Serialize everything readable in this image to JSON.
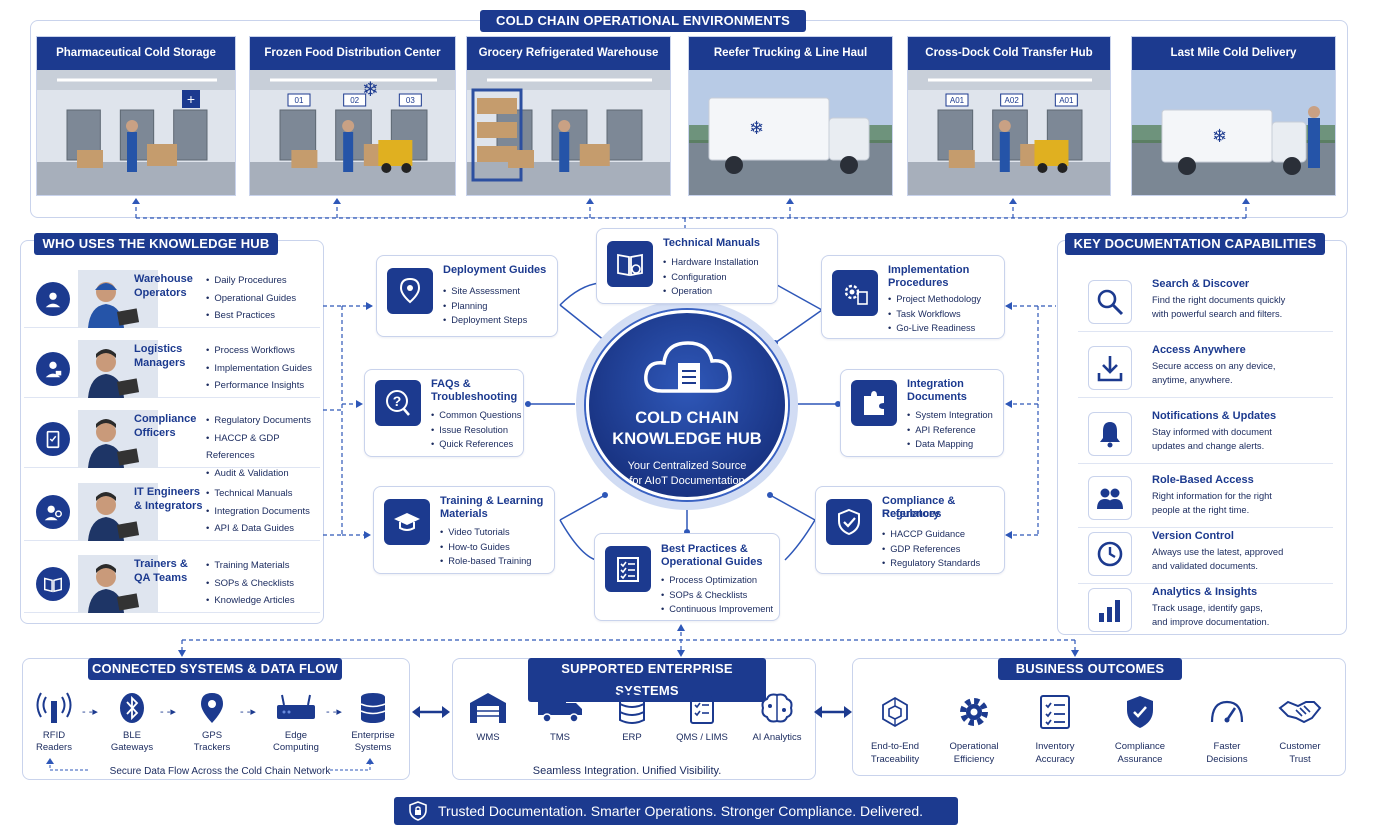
{
  "environments": {
    "header": "COLD CHAIN OPERATIONAL ENVIRONMENTS",
    "cards": [
      {
        "title": "Pharmaceutical Cold Storage",
        "doors": []
      },
      {
        "title": "Frozen Food Distribution Center",
        "doors": [
          "01",
          "02",
          "03"
        ]
      },
      {
        "title": "Grocery Refrigerated Warehouse",
        "doors": []
      },
      {
        "title": "Reefer Trucking & Line Haul",
        "doors": []
      },
      {
        "title": "Cross-Dock Cold Transfer Hub",
        "doors": [
          "A01",
          "A02",
          "A01"
        ]
      },
      {
        "title": "Last Mile Cold Delivery",
        "doors": []
      }
    ]
  },
  "users": {
    "header": "WHO USES THE KNOWLEDGE HUB",
    "rows": [
      {
        "role": "Warehouse Operators",
        "icon": "user-hardhat-icon",
        "items": [
          "Daily Procedures",
          "Operational Guides",
          "Best Practices"
        ]
      },
      {
        "role": "Logistics Managers",
        "icon": "user-manager-icon",
        "items": [
          "Process Workflows",
          "Implementation Guides",
          "Performance Insights"
        ]
      },
      {
        "role": "Compliance Officers",
        "icon": "clipboard-check-icon",
        "items": [
          "Regulatory Documents",
          "HACCP & GDP References",
          "Audit & Validation"
        ]
      },
      {
        "role": "IT Engineers & Integrators",
        "icon": "user-gear-icon",
        "items": [
          "Technical Manuals",
          "Integration Documents",
          "API & Data Guides"
        ]
      },
      {
        "role": "Trainers & QA Teams",
        "icon": "open-book-icon",
        "items": [
          "Training Materials",
          "SOPs & Checklists",
          "Knowledge Articles"
        ]
      }
    ]
  },
  "hub": {
    "title_line1": "COLD CHAIN",
    "title_line2": "KNOWLEDGE HUB",
    "subtitle_line1": "Your Centralized Source",
    "subtitle_line2": "for AIoT Documentation",
    "cards": {
      "technical": {
        "title": "Technical Manuals",
        "items": [
          "Hardware Installation",
          "Configuration",
          "Operation"
        ]
      },
      "deployment": {
        "title": "Deployment Guides",
        "items": [
          "Site Assessment",
          "Planning",
          "Deployment Steps"
        ]
      },
      "implementation": {
        "title_line1": "Implementation",
        "title_line2": "Procedures",
        "items": [
          "Project Methodology",
          "Task Workflows",
          "Go-Live Readiness"
        ]
      },
      "faq": {
        "title_line1": "FAQs &",
        "title_line2": "Troubleshooting",
        "items": [
          "Common Questions",
          "Issue Resolution",
          "Quick References"
        ]
      },
      "integration": {
        "title_line1": "Integration",
        "title_line2": "Documents",
        "items": [
          "System Integration",
          "API Reference",
          "Data Mapping"
        ]
      },
      "training": {
        "title_line1": "Training & Learning",
        "title_line2": "Materials",
        "items": [
          "Video Tutorials",
          "How-to Guides",
          "Role-based Training"
        ]
      },
      "compliance": {
        "title_line1": "Compliance & Regulatory",
        "title_line2": "References",
        "items": [
          "HACCP Guidance",
          "GDP References",
          "Regulatory Standards"
        ]
      },
      "bestpractice": {
        "title_line1": "Best Practices &",
        "title_line2": "Operational Guides",
        "items": [
          "Process Optimization",
          "SOPs & Checklists",
          "Continuous Improvement"
        ]
      }
    }
  },
  "capabilities": {
    "header": "KEY DOCUMENTATION CAPABILITIES",
    "rows": [
      {
        "title": "Search & Discover",
        "desc_line1": "Find the right documents quickly",
        "desc_line2": "with powerful search and filters.",
        "icon": "magnifier-icon"
      },
      {
        "title": "Access Anywhere",
        "desc_line1": "Secure access on any device,",
        "desc_line2": "anytime, anywhere.",
        "icon": "download-icon"
      },
      {
        "title": "Notifications & Updates",
        "desc_line1": "Stay informed with document",
        "desc_line2": "updates and change alerts.",
        "icon": "bell-icon"
      },
      {
        "title": "Role-Based Access",
        "desc_line1": "Right information for the right",
        "desc_line2": "people at the right time.",
        "icon": "users-icon"
      },
      {
        "title": "Version Control",
        "desc_line1": "Always use the latest, approved",
        "desc_line2": "and validated documents.",
        "icon": "clock-icon"
      },
      {
        "title": "Analytics & Insights",
        "desc_line1": "Track usage, identify gaps,",
        "desc_line2": "and improve documentation.",
        "icon": "bar-chart-icon"
      }
    ]
  },
  "connected": {
    "header": "CONNECTED SYSTEMS & DATA FLOW",
    "items": [
      {
        "line1": "RFID",
        "line2": "Readers"
      },
      {
        "line1": "BLE",
        "line2": "Gateways"
      },
      {
        "line1": "GPS",
        "line2": "Trackers"
      },
      {
        "line1": "Edge",
        "line2": "Computing"
      },
      {
        "line1": "Enterprise",
        "line2": "Systems"
      }
    ],
    "footer": "Secure Data Flow Across the Cold Chain Network"
  },
  "enterprise": {
    "header": "SUPPORTED ENTERPRISE SYSTEMS",
    "items": [
      "WMS",
      "TMS",
      "ERP",
      "QMS / LIMS",
      "AI Analytics"
    ],
    "footer": "Seamless Integration. Unified Visibility."
  },
  "outcomes": {
    "header": "BUSINESS OUTCOMES",
    "items": [
      {
        "line1": "End-to-End",
        "line2": "Traceability"
      },
      {
        "line1": "Operational",
        "line2": "Efficiency"
      },
      {
        "line1": "Inventory",
        "line2": "Accuracy"
      },
      {
        "line1": "Compliance",
        "line2": "Assurance"
      },
      {
        "line1": "Faster",
        "line2": "Decisions"
      },
      {
        "line1": "Customer",
        "line2": "Trust"
      }
    ]
  },
  "tagline": "Trusted Documentation. Smarter Operations. Stronger Compliance. Delivered.",
  "colors": {
    "navy": "#1c3a8f",
    "border": "#c9d3ec",
    "text": "#1a2a5e"
  }
}
